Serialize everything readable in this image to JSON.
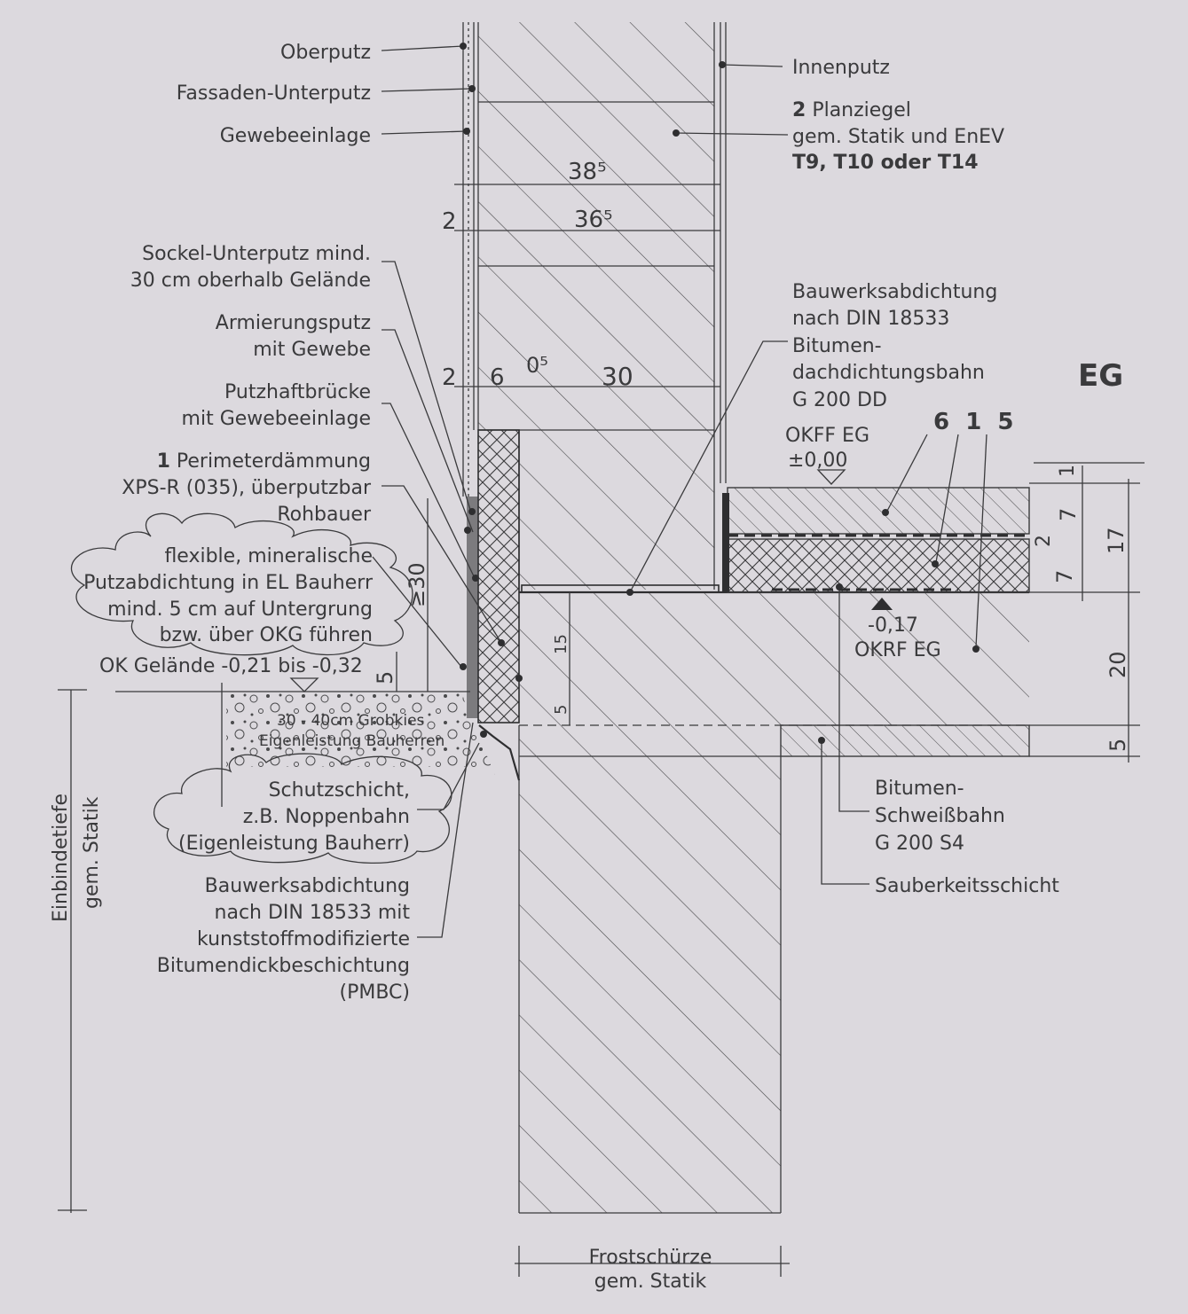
{
  "labels": {
    "oberputz": "Oberputz",
    "fassaden_unterputz": "Fassaden-Unterputz",
    "gewebeeinlage": "Gewebeeinlage",
    "innenputz": "Innenputz",
    "planziegel_num": "2",
    "planziegel": "Planziegel",
    "planziegel_l2": "gem. Statik und EnEV",
    "planziegel_l3": "T9, T10 oder T14",
    "sockel_l1": "Sockel-Unterputz mind.",
    "sockel_l2": "30 cm oberhalb Gelände",
    "armierung_l1": "Armierungsputz",
    "armierung_l2": "mit Gewebe",
    "putzhaft_l1": "Putzhaftbrücke",
    "putzhaft_l2": "mit Gewebeeinlage",
    "perimeter_num": "1",
    "perimeter_l1": "Perimeterdämmung",
    "perimeter_l2": "XPS-R (035), überputzbar",
    "perimeter_l3": "Rohbauer",
    "flex_l1": "flexible, mineralische",
    "flex_l2": "Putzabdichtung in EL Bauherr",
    "flex_l3": "mind. 5 cm auf Untergrung",
    "flex_l4": "bzw. über OKG führen",
    "ok_gelaende": "OK Gelände -0,21 bis -0,32",
    "grobkies": "30 - 40cm Grobkies",
    "eigenleistung_bauherren": "Eigenleistung Bauherren",
    "schutz_l1": "Schutzschicht,",
    "schutz_l2": "z.B. Noppenbahn",
    "schutz_l3": "(Eigenleistung Bauherr)",
    "bwa_pmbc_l1": "Bauwerksabdichtung",
    "bwa_pmbc_l2": "nach DIN 18533 mit",
    "bwa_pmbc_l3": "kunststoffmodifizierte",
    "bwa_pmbc_l4": "Bitumendickbeschichtung",
    "bwa_pmbc_l5": "(PMBC)",
    "bwa_dd_l1": "Bauwerksabdichtung",
    "bwa_dd_l2": "nach DIN 18533",
    "bwa_dd_l3": "Bitumen-",
    "bwa_dd_l4": "dachdichtungsbahn",
    "bwa_dd_l5": "G 200 DD",
    "eg": "EG",
    "okff_l1": "OKFF EG",
    "okff_l2": "±0,00",
    "okrf_l1": "-0,17",
    "okrf_l2": "OKRF EG",
    "layer_nums": "6  1  5",
    "schweiss_l1": "Bitumen-",
    "schweiss_l2": "Schweißbahn",
    "schweiss_l3": "G 200 S4",
    "sauberkeit": "Sauberkeitsschicht",
    "einbinde_l1": "Einbindetiefe",
    "einbinde_l2": "gem. Statik",
    "frost_l1": "Frostschürze",
    "frost_l2": "gem. Statik"
  },
  "dimensions": {
    "d38": "38⁵",
    "d2a": "2",
    "d36": "36⁵",
    "d2b": "2",
    "d6": "6",
    "d05": "0⁵",
    "d30": "30",
    "d30v": "≥30",
    "d5v": "5",
    "d15": "15",
    "d5s": "5",
    "r1": "1",
    "r7a": "7",
    "r2": "2",
    "r7b": "7",
    "r17": "17",
    "r20": "20",
    "r5": "5"
  }
}
